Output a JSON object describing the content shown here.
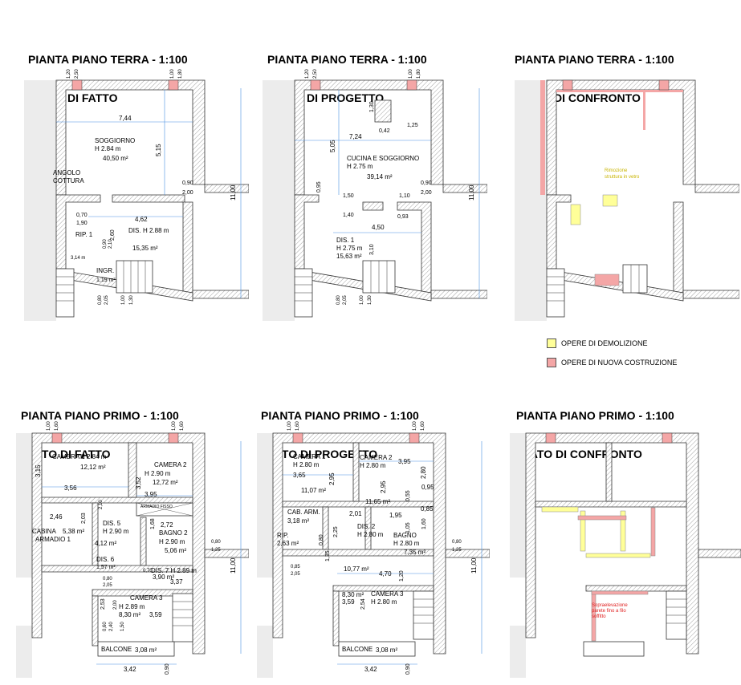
{
  "colors": {
    "demolition": "#ffff99",
    "construction": "#f4a6a6",
    "wall_hatch": "#888888",
    "dimension": "#4a90e2",
    "annotation_red": "#e02020"
  },
  "titles": {
    "pt_fatto": {
      "line1": "PIANTA PIANO TERRA - 1:100",
      "line2": "STATO DI FATTO"
    },
    "pt_progetto": {
      "line1": "PIANTA PIANO TERRA - 1:100",
      "line2": "STATO DI PROGETTO"
    },
    "pt_confronto": {
      "line1": "PIANTA PIANO TERRA - 1:100",
      "line2": "STATO DI CONFRONTO"
    },
    "pp_fatto": {
      "line1": "PIANTA PIANO PRIMO - 1:100",
      "line2": "STATO DI FATTO"
    },
    "pp_progetto": {
      "line1": "PIANTA PIANO PRIMO - 1:100",
      "line2": "STATO DI PROGETTO"
    },
    "pp_confronto": {
      "line1": "PIANTA PIANO PRIMO - 1:100",
      "line2": "STATO DI CONFRONTO"
    }
  },
  "legend": {
    "demolition_label": "OPERE DI DEMOLIZIONE",
    "construction_label": "OPERE DI NUOVA COSTRUZIONE"
  },
  "plans": {
    "pt_fatto": {
      "soggiorno": {
        "name": "SOGGIORNO",
        "h": "H 2.84 m",
        "area": "40,50 m²"
      },
      "angolo": {
        "line1": "ANGOLO",
        "line2": "COTTURA"
      },
      "rip": "RIP. 1",
      "dis": {
        "name": "DIS.",
        "h": "H 2.88 m",
        "area": "15,35 m²"
      },
      "ingr": {
        "name": "INGR.",
        "area": "1,19 m²"
      },
      "dims": {
        "d744": "7,44",
        "d515": "5,15",
        "d462": "4,62",
        "d260": "2,60",
        "d070": "0,70",
        "d190": "1,90",
        "d314": "3,14 m",
        "d090a": "0,90",
        "d210": "2,10",
        "d090b": "0,90",
        "d200": "2,00",
        "w120": "1,20",
        "w250": "2,50",
        "w100": "1,00",
        "w180": "1,80",
        "b080": "0,80",
        "b205": "2,05",
        "b100": "1,00",
        "b130": "1,30",
        "total": "11,00"
      }
    },
    "pt_progetto": {
      "cucina": {
        "name": "CUCINA E SOGGIORNO",
        "h": "H 2.75 m",
        "area": "39,14 m²"
      },
      "dis": {
        "name": "DIS. 1",
        "h": "H 2.75 m",
        "area": "15,63 m²"
      },
      "dims": {
        "d724": "7,24",
        "d505": "5,05",
        "d130": "1,30",
        "d042": "0,42",
        "d125": "1,25",
        "d095": "0,95",
        "d150": "1,50",
        "d110": "1,10",
        "d140": "1,40",
        "d093": "0,93",
        "d450": "4,50",
        "d310": "3,10",
        "d090": "0,90",
        "d200": "2,00",
        "w120": "1,20",
        "w250": "2,50",
        "w100": "1,00",
        "w180": "1,80",
        "b080": "0,80",
        "b205": "2,05",
        "b100": "1,00",
        "b130": "1,30",
        "total": "11,00"
      }
    },
    "pt_confronto": {
      "note": {
        "line1": "Rimozione",
        "line2": "struttura in vetro"
      }
    },
    "pp_fatto": {
      "camera1": {
        "name": "CAMERA 1",
        "h": "H 2.84 m",
        "area": "12,12 m²"
      },
      "camera2": {
        "name": "CAMERA 2",
        "h": "H 2.90 m",
        "area": "12,72 m²"
      },
      "cabina": {
        "line1": "CABINA",
        "area": "5,38 m²",
        "line2": "ARMADIO 1"
      },
      "dis5": {
        "name": "DIS. 5",
        "h": "H 2.90 m",
        "area": "4,12 m²"
      },
      "bagno2": {
        "name": "BAGNO 2",
        "h": "H 2.90 m",
        "area": "5,06 m²"
      },
      "dis6": {
        "name": "DIS. 6",
        "area": "1,57 m²"
      },
      "dis7": {
        "name": "DIS. 7 H 2.89 m",
        "area": "3,90 m²"
      },
      "camera3": {
        "name": "CAMERA 3",
        "h": "H 2.89 m",
        "area": "8,30 m²"
      },
      "balcone": {
        "name": "BALCONE",
        "area": "3,08 m²"
      },
      "armadio": "ARMADIO FISSO",
      "dims": {
        "d315": "3,15",
        "d356": "3,56",
        "d352": "3,52",
        "d395": "3,95",
        "d246": "2,46",
        "d203": "2,03",
        "d168": "1,68",
        "d272": "2,72",
        "d337": "3,37",
        "d253": "2,53",
        "d359": "3,59",
        "d342": "3,42",
        "d090": "0,90",
        "w100": "1,00",
        "w160a": "1,60",
        "w100b": "1,00",
        "w160b": "1,60",
        "r080": "0,80",
        "r125": "1,25",
        "total": "11,00",
        "p080": "0,80",
        "p210": "2,10",
        "p070": "0,70",
        "p205": "2,05",
        "p060": "0,60",
        "p240": "2,40",
        "p150": "1,50",
        "p200": "2,00"
      }
    },
    "pp_progetto": {
      "camera1": {
        "name": "CAMERA 1",
        "h": "H 2.80 m",
        "area": "11,07 m²"
      },
      "camera2": {
        "name": "CAMERA 2",
        "h": "H 2.80 m",
        "area": "11,65 m²"
      },
      "cab": {
        "name": "CAB. ARM.",
        "area": "3,18 m²"
      },
      "rip": {
        "name": "RIP.",
        "area": "2,63 m²"
      },
      "dis2": {
        "name": "DIS. 2",
        "h": "H 2.80 m"
      },
      "bagno": {
        "name": "BAGNO",
        "h": "H 2.80 m",
        "area": "7,35 m²"
      },
      "dis_area": "10,77 m²",
      "camera3": {
        "name": "CAMERA 3",
        "h": "H 2.80 m",
        "area": "8,30 m²"
      },
      "balcone": {
        "name": "BALCONE",
        "area": "3,08 m²"
      },
      "dims": {
        "d365": "3,65",
        "d295a": "2,95",
        "d395": "3,95",
        "d295b": "2,95",
        "d280": "2,80",
        "d055": "0,55",
        "d095": "0,95",
        "d085": "0,85",
        "d201": "2,01",
        "d195": "1,95",
        "d160": "1,60",
        "d470": "4,70",
        "d359": "3,59",
        "d254": "2,54",
        "d342": "3,42",
        "d120": "1,20",
        "d225": "2,25",
        "d135": "1,35",
        "d080": "0,80",
        "d085b": "0,85",
        "d205": "2,05",
        "w100": "1,00",
        "w160a": "1,60",
        "w100b": "1,00",
        "w160b": "1,60",
        "r080": "0,80",
        "r125": "1,25",
        "total": "11,00",
        "b090": "0,90",
        "d105": "1,05"
      }
    },
    "pp_confronto": {
      "note": {
        "line1": "Sopraelevazione",
        "line2": "parete fino a filo",
        "line3": "soffitto"
      }
    }
  }
}
